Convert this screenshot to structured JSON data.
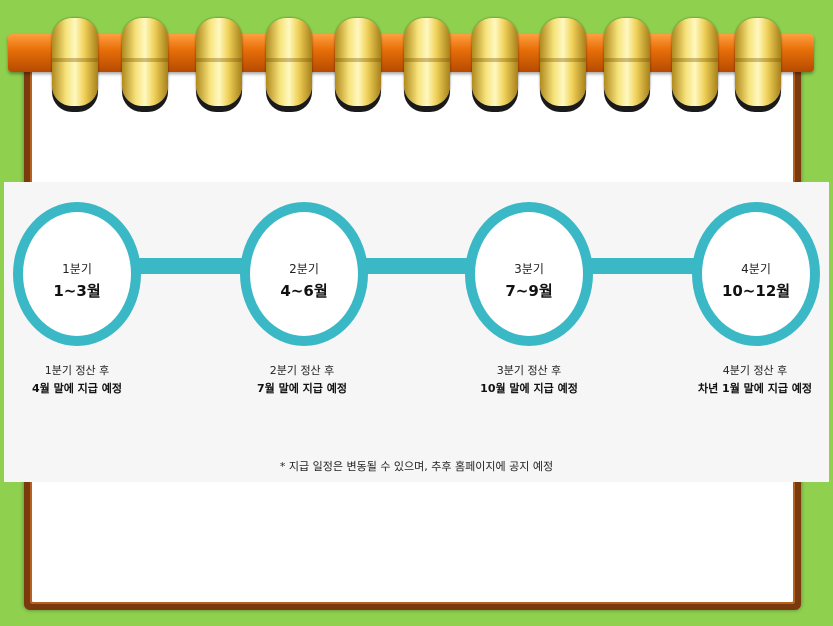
{
  "quarters": [
    {
      "label": "1분기",
      "range": "1~3월",
      "desc_line1": "1분기 정산 후",
      "desc_line2": "4월 말에 지급 예정"
    },
    {
      "label": "2분기",
      "range": "4~6월",
      "desc_line1": "2분기 정산 후",
      "desc_line2": "7월 말에 지급 예정"
    },
    {
      "label": "3분기",
      "range": "7~9월",
      "desc_line1": "3분기 정산 후",
      "desc_line2": "10월 말에 지급 예정"
    },
    {
      "label": "4분기",
      "range": "10~12월",
      "desc_line1": "4분기 정산 후",
      "desc_line2": "차년 1월 말에 지급 예정"
    }
  ],
  "note": "* 지급 일정은 변동될 수 있으며, 추후 홈페이지에 공지 예정",
  "colors": {
    "accent": "#3bb8c5",
    "background": "#8fd14f",
    "frame": "#7a3a0e",
    "bar": "#e8700a",
    "ring": "#f6e27a"
  }
}
